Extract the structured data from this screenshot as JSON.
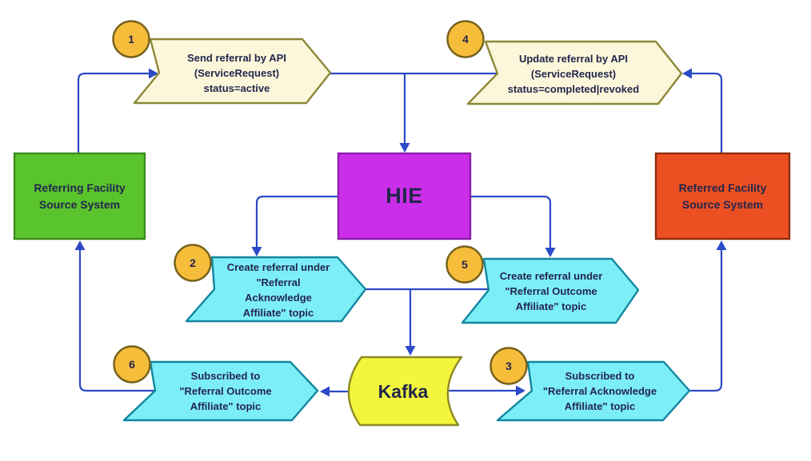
{
  "diagram": {
    "background": "#ffffff",
    "connector_color": "#2b4ac7",
    "text_color": "#23264d",
    "styles": {
      "cream_fill": "#fcf7da",
      "cream_border": "#8c8737",
      "cyan_fill": "#7ceef7",
      "cyan_border": "#1286a0",
      "badge_fill": "#f6bd3b",
      "badge_border": "#76621c"
    },
    "nodes": {
      "referring": {
        "lines": [
          "Referring Facility",
          "Source System"
        ],
        "fill": "#5ac42d",
        "border": "#3c8c1e"
      },
      "hie": {
        "label": "HIE",
        "fill": "#cb2ee8",
        "border": "#8c1eaa"
      },
      "referred": {
        "lines": [
          "Referred Facility",
          "Source System"
        ],
        "fill": "#ec5022",
        "border": "#8c2d0f"
      },
      "kafka": {
        "label": "Kafka",
        "fill": "#f3f63c",
        "border": "#8f8a23"
      }
    },
    "steps": [
      {
        "badge": "1",
        "lines": [
          "Send referral by API",
          "(ServiceRequest)",
          "status=active"
        ]
      },
      {
        "badge": "2",
        "lines": [
          "Create referral under",
          "\"Referral",
          "Acknowledge",
          "Affiliate\" topic"
        ]
      },
      {
        "badge": "3",
        "lines": [
          "Subscribed to",
          "\"Referral Acknowledge",
          "Affiliate\" topic"
        ]
      },
      {
        "badge": "4",
        "lines": [
          "Update referral by API",
          "(ServiceRequest)",
          "status=completed|revoked"
        ]
      },
      {
        "badge": "5",
        "lines": [
          "Create referral under",
          "\"Referral Outcome",
          "Affiliate\" topic"
        ]
      },
      {
        "badge": "6",
        "lines": [
          "Subscribed to",
          "\"Referral Outcome",
          "Affiliate\" topic"
        ]
      }
    ]
  }
}
